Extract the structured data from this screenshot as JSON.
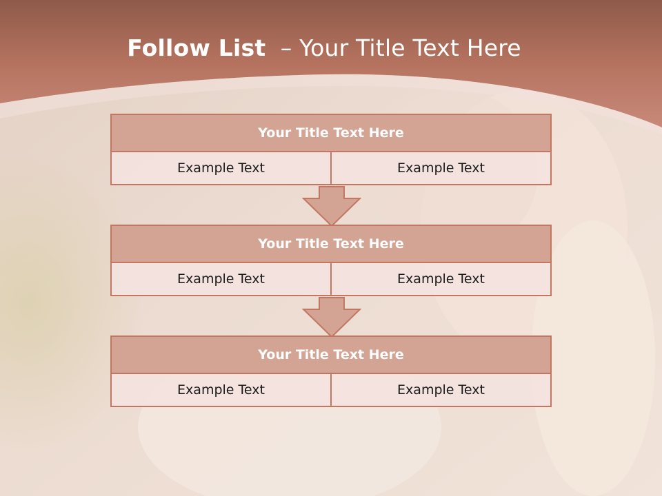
{
  "slide": {
    "title_bold": "Follow List",
    "title_rest": "  – Your Title Text Here"
  },
  "colors": {
    "header_band": "#bf7f6c",
    "box_header": "#d3a493",
    "box_border": "#c27762",
    "cell_fill": "#f4e2df",
    "title_text": "#ffffff"
  },
  "steps": [
    {
      "title": "Your Title Text Here",
      "left": "Example Text",
      "right": "Example Text"
    },
    {
      "title": "Your Title Text Here",
      "left": "Example Text",
      "right": "Example Text"
    },
    {
      "title": "Your Title Text Here",
      "left": "Example Text",
      "right": "Example Text"
    }
  ]
}
